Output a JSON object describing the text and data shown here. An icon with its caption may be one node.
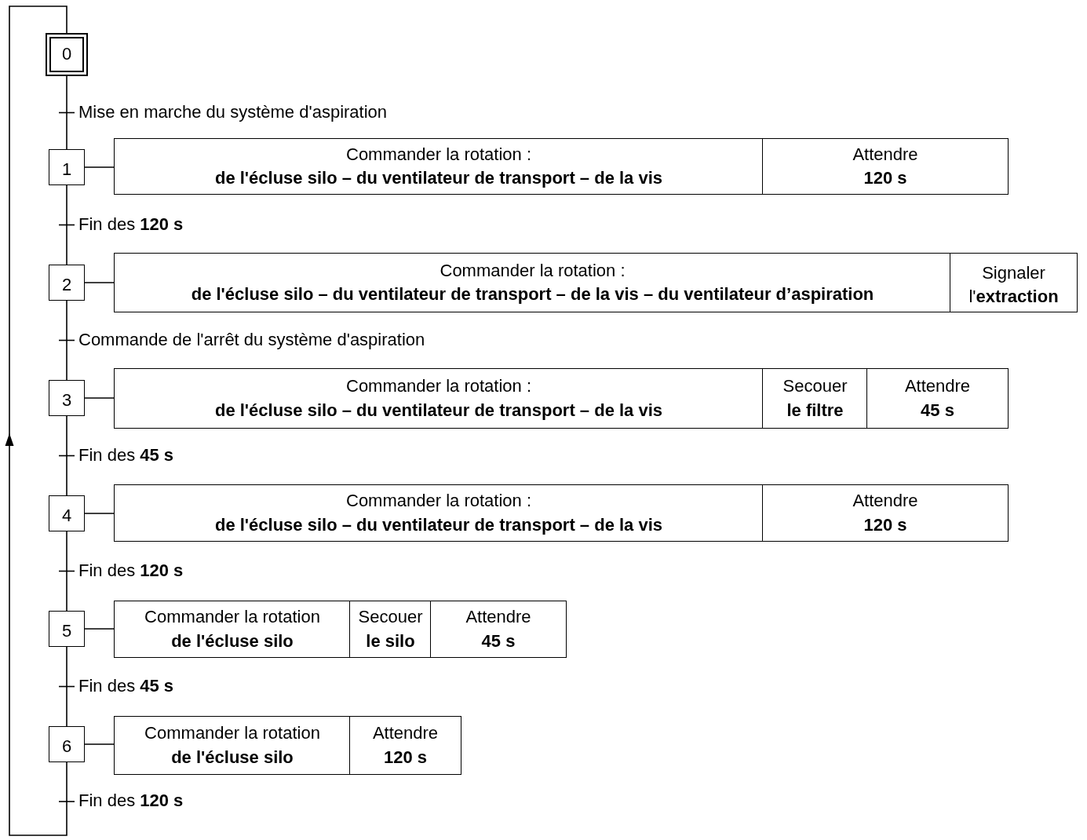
{
  "diagram": {
    "nodes": [
      {
        "text": [
          "0"
        ]
      },
      {
        "text": [
          "1"
        ]
      },
      {
        "text": [
          "Commander la rotation :",
          "de l'écluse silo – du ventilateur de transport – de la vis"
        ]
      },
      {
        "text": [
          "Attendre",
          "120 s"
        ]
      },
      {
        "text": [
          "2"
        ]
      },
      {
        "text": [
          "Commander la rotation :",
          "de l'écluse silo – du ventilateur de transport – de la vis – du ventilateur d’aspiration"
        ]
      },
      {
        "text": [
          "Signaler l'**extraction**"
        ]
      },
      {
        "text": [
          "3"
        ]
      },
      {
        "text": [
          "Commander la rotation :",
          "de l'écluse silo – du ventilateur de transport – de la vis"
        ]
      },
      {
        "text": [
          "Secouer",
          "le filtre"
        ]
      },
      {
        "text": [
          "Attendre",
          "45 s"
        ]
      },
      {
        "text": [
          "4"
        ]
      },
      {
        "text": [
          "Commander la rotation :",
          "de l'écluse silo – du ventilateur de transport – de la vis"
        ]
      },
      {
        "text": [
          "Attendre",
          "120 s"
        ]
      },
      {
        "text": [
          "5"
        ]
      },
      {
        "text": [
          "Commander la rotation",
          "de l'écluse silo"
        ]
      },
      {
        "text": [
          "Secouer",
          "le silo"
        ]
      },
      {
        "text": [
          "Attendre",
          "45 s"
        ]
      },
      {
        "text": [
          "6"
        ]
      },
      {
        "text": [
          "Commander la rotation",
          "de l'écluse silo"
        ]
      },
      {
        "text": [
          "Attendre",
          "120 s"
        ]
      }
    ],
    "edges": [
      {
        "from": 0,
        "to": 1,
        "arrow": "none",
        "label": "Mise en marche du système d'aspiration"
      },
      {
        "from": 1,
        "to": 2,
        "arrow": "none"
      },
      {
        "from": 1,
        "to": 4,
        "arrow": "none",
        "label": "Fin des **120 s**"
      },
      {
        "from": 4,
        "to": 5,
        "arrow": "none"
      },
      {
        "from": 4,
        "to": 7,
        "arrow": "none",
        "label": "Commande de l'arrêt du système d'aspiration"
      },
      {
        "from": 7,
        "to": 8,
        "arrow": "none"
      },
      {
        "from": 7,
        "to": 11,
        "arrow": "none",
        "label": "Fin des **45 s**"
      },
      {
        "from": 11,
        "to": 12,
        "arrow": "none"
      },
      {
        "from": 11,
        "to": 14,
        "arrow": "none",
        "label": "Fin des **120 s**"
      },
      {
        "from": 14,
        "to": 15,
        "arrow": "none"
      },
      {
        "from": 14,
        "to": 18,
        "arrow": "none",
        "label": "Fin des **45 s**"
      },
      {
        "from": 18,
        "to": 19,
        "arrow": "none"
      },
      {
        "from": 18,
        "to": 0,
        "arrow": "to",
        "label": "Fin des **120 s**"
      }
    ]
  }
}
